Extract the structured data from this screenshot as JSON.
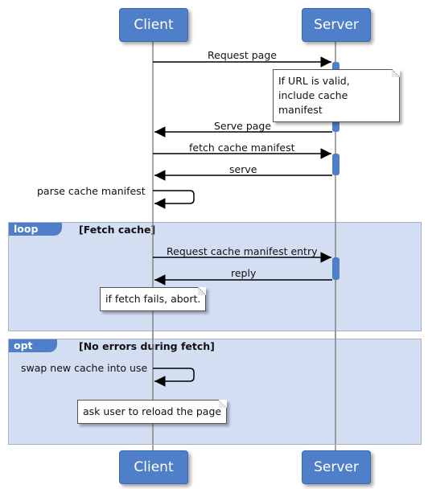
{
  "participants": {
    "client": "Client",
    "server": "Server"
  },
  "messages": {
    "request_page": "Request page",
    "serve_page": "Serve page",
    "fetch_cache_manifest": "fetch cache manifest",
    "serve": "serve",
    "parse_cache_manifest": "parse cache manifest",
    "request_cache_manifest_entry": "Request cache manifest entry",
    "reply": "reply",
    "swap_new_cache": "swap new cache into use"
  },
  "notes": {
    "url_valid": "If URL is valid,\ninclude cache manifest",
    "fetch_fails": "if fetch fails, abort.",
    "ask_reload": "ask user to reload the page"
  },
  "frames": {
    "loop": {
      "label": "loop",
      "guard": "[Fetch cache]"
    },
    "opt": {
      "label": "opt",
      "guard": "[No errors during fetch]"
    }
  },
  "colors": {
    "participant": "#4f7fc8",
    "frame_fill": "#d3dcf0",
    "lifeline": "#888888",
    "activation": "#4f7fc8",
    "arrow": "#000000"
  }
}
